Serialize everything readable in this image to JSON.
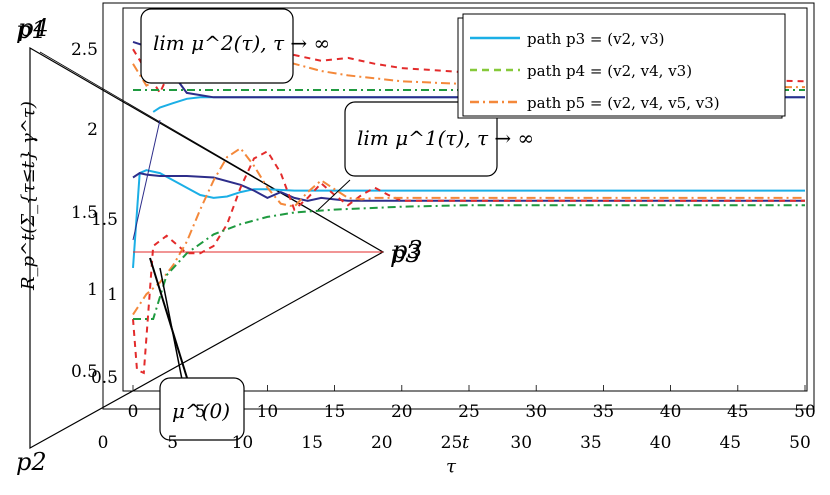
{
  "chart_data": {
    "type": "line",
    "x_ticks": [
      "0",
      "5",
      "10",
      "15",
      "20",
      "25",
      "30",
      "35",
      "40",
      "45",
      "50"
    ],
    "y_ticks_left_a": [
      "0.5",
      "1",
      "1.5",
      "2",
      "2.5"
    ],
    "y_ticks_left_b": [
      "0.5",
      "1",
      "1.5"
    ],
    "xlim": [
      0,
      50
    ],
    "legend": [
      {
        "name": "path p3 = (v2, v3)",
        "color": "#1bafe6",
        "dash": ""
      },
      {
        "name": "path p4 = (v2, v4, v3)",
        "color": "#86c93a",
        "dash": "7,5"
      },
      {
        "name": "path p5 = (v2, v4, v5, v3)",
        "color": "#f4883a",
        "dash": "9,4,2,4"
      }
    ],
    "points": [
      "p1",
      "p2",
      "p3",
      "p3",
      "p4"
    ],
    "xlabel_a": "t",
    "xlabel_b": "τ",
    "ylabel": "R_p^t(Σ_{τ≤t} γ^τ)",
    "annotations": [
      "lim μ^2(τ), τ → ∞",
      "lim μ^1(τ), τ → ∞",
      "μ^(0)"
    ],
    "series": [
      {
        "name": "",
        "color": "#1bafe6",
        "dash": "",
        "x": [
          0,
          0.5,
          1,
          2,
          3,
          4,
          5,
          6,
          7,
          8,
          9,
          10,
          12,
          14,
          16,
          18,
          20,
          25,
          30,
          40,
          50
        ],
        "y": [
          0.9,
          1.55,
          1.57,
          1.55,
          1.5,
          1.45,
          1.4,
          1.38,
          1.39,
          1.42,
          1.44,
          1.44,
          1.43,
          1.43,
          1.43,
          1.43,
          1.43,
          1.43,
          1.43,
          1.43,
          1.43
        ]
      },
      {
        "name": "",
        "color": "#1bafe6",
        "dash": "",
        "x": [
          1.5,
          2,
          3,
          4,
          5,
          6,
          8,
          10,
          15,
          20,
          30,
          40,
          50
        ],
        "y": [
          1.97,
          2.0,
          2.03,
          2.06,
          2.07,
          2.07,
          2.07,
          2.07,
          2.07,
          2.07,
          2.07,
          2.07,
          2.07
        ]
      },
      {
        "name": "",
        "color": "#2d2d8a",
        "dash": "",
        "x": [
          0,
          1,
          2,
          4,
          6,
          8,
          10,
          12,
          14,
          16,
          18,
          20,
          25,
          30,
          40,
          50
        ],
        "y": [
          2.45,
          2.42,
          2.35,
          2.1,
          2.07,
          2.07,
          2.07,
          2.07,
          2.07,
          2.07,
          2.07,
          2.07,
          2.07,
          2.07,
          2.07,
          2.07
        ]
      },
      {
        "name": "",
        "color": "#2d2d8a",
        "dash": "",
        "x": [
          0,
          0.5,
          1,
          2,
          4,
          6,
          8,
          9,
          10,
          11,
          12,
          13,
          14,
          15,
          16,
          17,
          18,
          20,
          30,
          50
        ],
        "y": [
          1.52,
          1.55,
          1.54,
          1.53,
          1.53,
          1.52,
          1.47,
          1.43,
          1.38,
          1.42,
          1.38,
          1.36,
          1.38,
          1.37,
          1.36,
          1.36,
          1.36,
          1.36,
          1.36,
          1.36
        ]
      },
      {
        "name": "",
        "color": "#e32b2b",
        "dash": "6,5",
        "x": [
          0,
          1,
          2,
          3,
          4,
          5,
          6,
          7,
          8,
          10,
          12,
          14,
          16,
          18,
          20,
          25,
          30,
          40,
          50
        ],
        "y": [
          2.4,
          2.25,
          2.1,
          2.3,
          2.45,
          2.55,
          2.58,
          2.55,
          2.48,
          2.38,
          2.36,
          2.32,
          2.34,
          2.3,
          2.27,
          2.24,
          2.22,
          2.2,
          2.18
        ]
      },
      {
        "name": "",
        "color": "#e32b2b",
        "dash": "6,5",
        "x": [
          0,
          0.3,
          0.8,
          1.5,
          2.5,
          4,
          5,
          6,
          7,
          8,
          9,
          10,
          11,
          12,
          13,
          14,
          15,
          16,
          17,
          18,
          19,
          20,
          25,
          30,
          50
        ],
        "y": [
          0.55,
          0.2,
          0.18,
          1.05,
          1.12,
          1.0,
          1.0,
          1.05,
          1.2,
          1.45,
          1.65,
          1.7,
          1.55,
          1.3,
          1.38,
          1.48,
          1.4,
          1.33,
          1.4,
          1.45,
          1.4,
          1.36,
          1.36,
          1.36,
          1.36
        ]
      },
      {
        "name": "",
        "color": "#f4883a",
        "dash": "9,4,2,4",
        "x": [
          0,
          1,
          2,
          3,
          4,
          5,
          6,
          7,
          8,
          10,
          12,
          14,
          16,
          18,
          20,
          25,
          30,
          40,
          50
        ],
        "y": [
          2.3,
          2.15,
          2.2,
          2.3,
          2.4,
          2.45,
          2.46,
          2.45,
          2.42,
          2.35,
          2.3,
          2.25,
          2.22,
          2.2,
          2.18,
          2.16,
          2.15,
          2.14,
          2.14
        ]
      },
      {
        "name": "",
        "color": "#f4883a",
        "dash": "9,4,2,4",
        "x": [
          0,
          1,
          2,
          3,
          4,
          5,
          6,
          7,
          8,
          9,
          10,
          11,
          12,
          13,
          14,
          15,
          16,
          17,
          18,
          20,
          25,
          30,
          50
        ],
        "y": [
          0.58,
          0.72,
          0.8,
          0.92,
          1.08,
          1.3,
          1.5,
          1.66,
          1.72,
          1.6,
          1.45,
          1.34,
          1.32,
          1.42,
          1.5,
          1.44,
          1.38,
          1.37,
          1.38,
          1.38,
          1.38,
          1.38,
          1.38
        ]
      },
      {
        "name": "",
        "color": "#1f9a40",
        "dash": "8,4,2,4",
        "x": [
          0,
          2,
          4,
          6,
          10,
          20,
          30,
          40,
          50
        ],
        "y": [
          2.12,
          2.12,
          2.12,
          2.12,
          2.12,
          2.12,
          2.12,
          2.12,
          2.12
        ]
      },
      {
        "name": "",
        "color": "#1f9a40",
        "dash": "8,4,2,4",
        "x": [
          0,
          1.5,
          2.5,
          4,
          6,
          8,
          10,
          12,
          15,
          20,
          25,
          30,
          40,
          50
        ],
        "y": [
          0.55,
          0.55,
          0.85,
          1.0,
          1.13,
          1.2,
          1.25,
          1.28,
          1.3,
          1.32,
          1.33,
          1.33,
          1.33,
          1.33
        ]
      }
    ]
  }
}
